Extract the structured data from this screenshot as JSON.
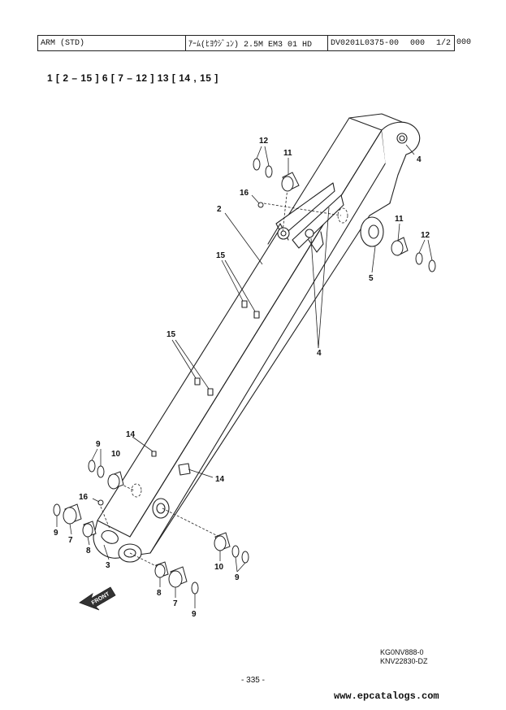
{
  "header": {
    "part_name": "ARM (STD)",
    "description": "ｱｰﾑ(ﾋﾖｳｼﾞｭﾝ) 2.5M EM3 01 HD",
    "code": "DV0201L0375-00",
    "rev": "000",
    "page": "1/2",
    "extra": "000"
  },
  "groups": "1 [ 2 – 15 ]   6 [ 7 – 12 ]   13 [ 14 , 15 ]",
  "diagram": {
    "labels": {
      "l12_top": "12",
      "l11_top": "11",
      "l4_top": "4",
      "l16_top": "16",
      "l2": "2",
      "l11_right": "11",
      "l12_right": "12",
      "l5": "5",
      "l15_upper": "15",
      "l4_mid": "4",
      "l15_lower": "15",
      "l14_upper": "14",
      "l9_left": "9",
      "l10_left": "10",
      "l14_lower": "14",
      "l16_lower": "16",
      "l9_bottom_left": "9",
      "l7_left": "7",
      "l8_left": "8",
      "l3": "3",
      "l10_right": "10",
      "l9_right": "9",
      "l8_bottom": "8",
      "l7_bottom": "7",
      "l9_bottom": "9"
    },
    "front_arrow": "FRONT"
  },
  "codes": {
    "line1": "KG0NV888-0",
    "line2": "KNV22830-DZ"
  },
  "page_number": "- 335 -",
  "url": "www.epcatalogs.com"
}
